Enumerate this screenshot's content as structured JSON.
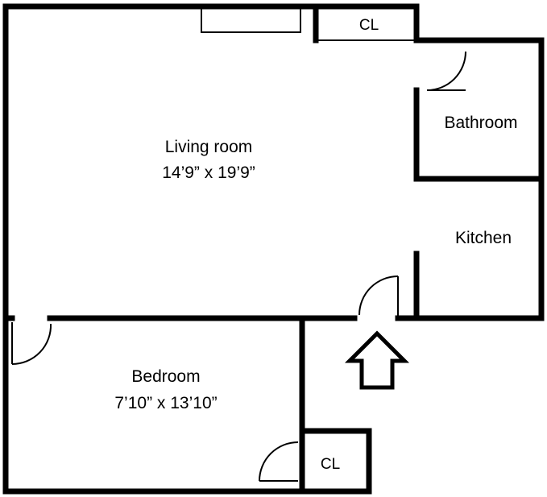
{
  "rooms": {
    "living_room": {
      "name": "Living room",
      "dimensions": "14’9” x 19’9”"
    },
    "bedroom": {
      "name": "Bedroom",
      "dimensions": "7’10” x 13’10”"
    },
    "bathroom": {
      "name": "Bathroom"
    },
    "kitchen": {
      "name": "Kitchen"
    },
    "closet_top": {
      "name": "CL"
    },
    "closet_bottom": {
      "name": "CL"
    }
  },
  "icons": {
    "entrance": "entrance-arrow-icon"
  }
}
